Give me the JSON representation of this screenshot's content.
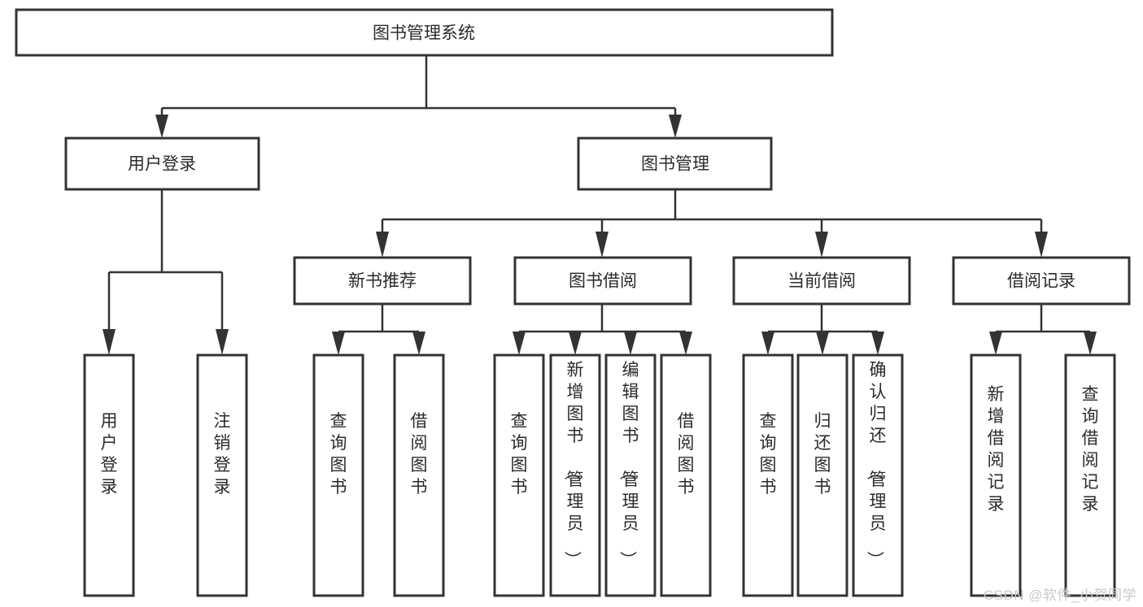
{
  "diagram": {
    "type": "tree-hierarchy-flowchart",
    "title": "图书管理系统",
    "stroke_color": "#333333",
    "fill_color": "#ffffff",
    "text_color": "#2b2b2b",
    "watermark": "CSDN @软件_小贺同学",
    "levels": {
      "root": {
        "label": "图书管理系统"
      },
      "level2": [
        {
          "id": "user-login",
          "label": "用户登录"
        },
        {
          "id": "book-manage",
          "label": "图书管理"
        }
      ],
      "level3": [
        {
          "id": "new-book-recommend",
          "label": "新书推荐",
          "parent": "book-manage"
        },
        {
          "id": "book-borrow",
          "label": "图书借阅",
          "parent": "book-manage"
        },
        {
          "id": "current-borrow",
          "label": "当前借阅",
          "parent": "book-manage"
        },
        {
          "id": "borrow-record",
          "label": "借阅记录",
          "parent": "book-manage"
        }
      ],
      "leaves": {
        "user-login": [
          {
            "id": "leaf-user-login",
            "label": "用户登录"
          },
          {
            "id": "leaf-logout",
            "label": "注销登录"
          }
        ],
        "new-book-recommend": [
          {
            "id": "leaf-query-book-1",
            "label": "查询图书"
          },
          {
            "id": "leaf-borrow-book-1",
            "label": "借阅图书"
          }
        ],
        "book-borrow": [
          {
            "id": "leaf-query-book-2",
            "label": "查询图书"
          },
          {
            "id": "leaf-add-book",
            "label": "新增图书（管理员）"
          },
          {
            "id": "leaf-edit-book",
            "label": "编辑图书（管理员）"
          },
          {
            "id": "leaf-borrow-book-2",
            "label": "借阅图书"
          }
        ],
        "current-borrow": [
          {
            "id": "leaf-query-book-3",
            "label": "查询图书"
          },
          {
            "id": "leaf-return-book",
            "label": "归还图书"
          },
          {
            "id": "leaf-confirm-return",
            "label": "确认归还（管理员）"
          }
        ],
        "borrow-record": [
          {
            "id": "leaf-add-record",
            "label": "新增借阅记录"
          },
          {
            "id": "leaf-query-record",
            "label": "查询借阅记录"
          }
        ]
      }
    }
  }
}
